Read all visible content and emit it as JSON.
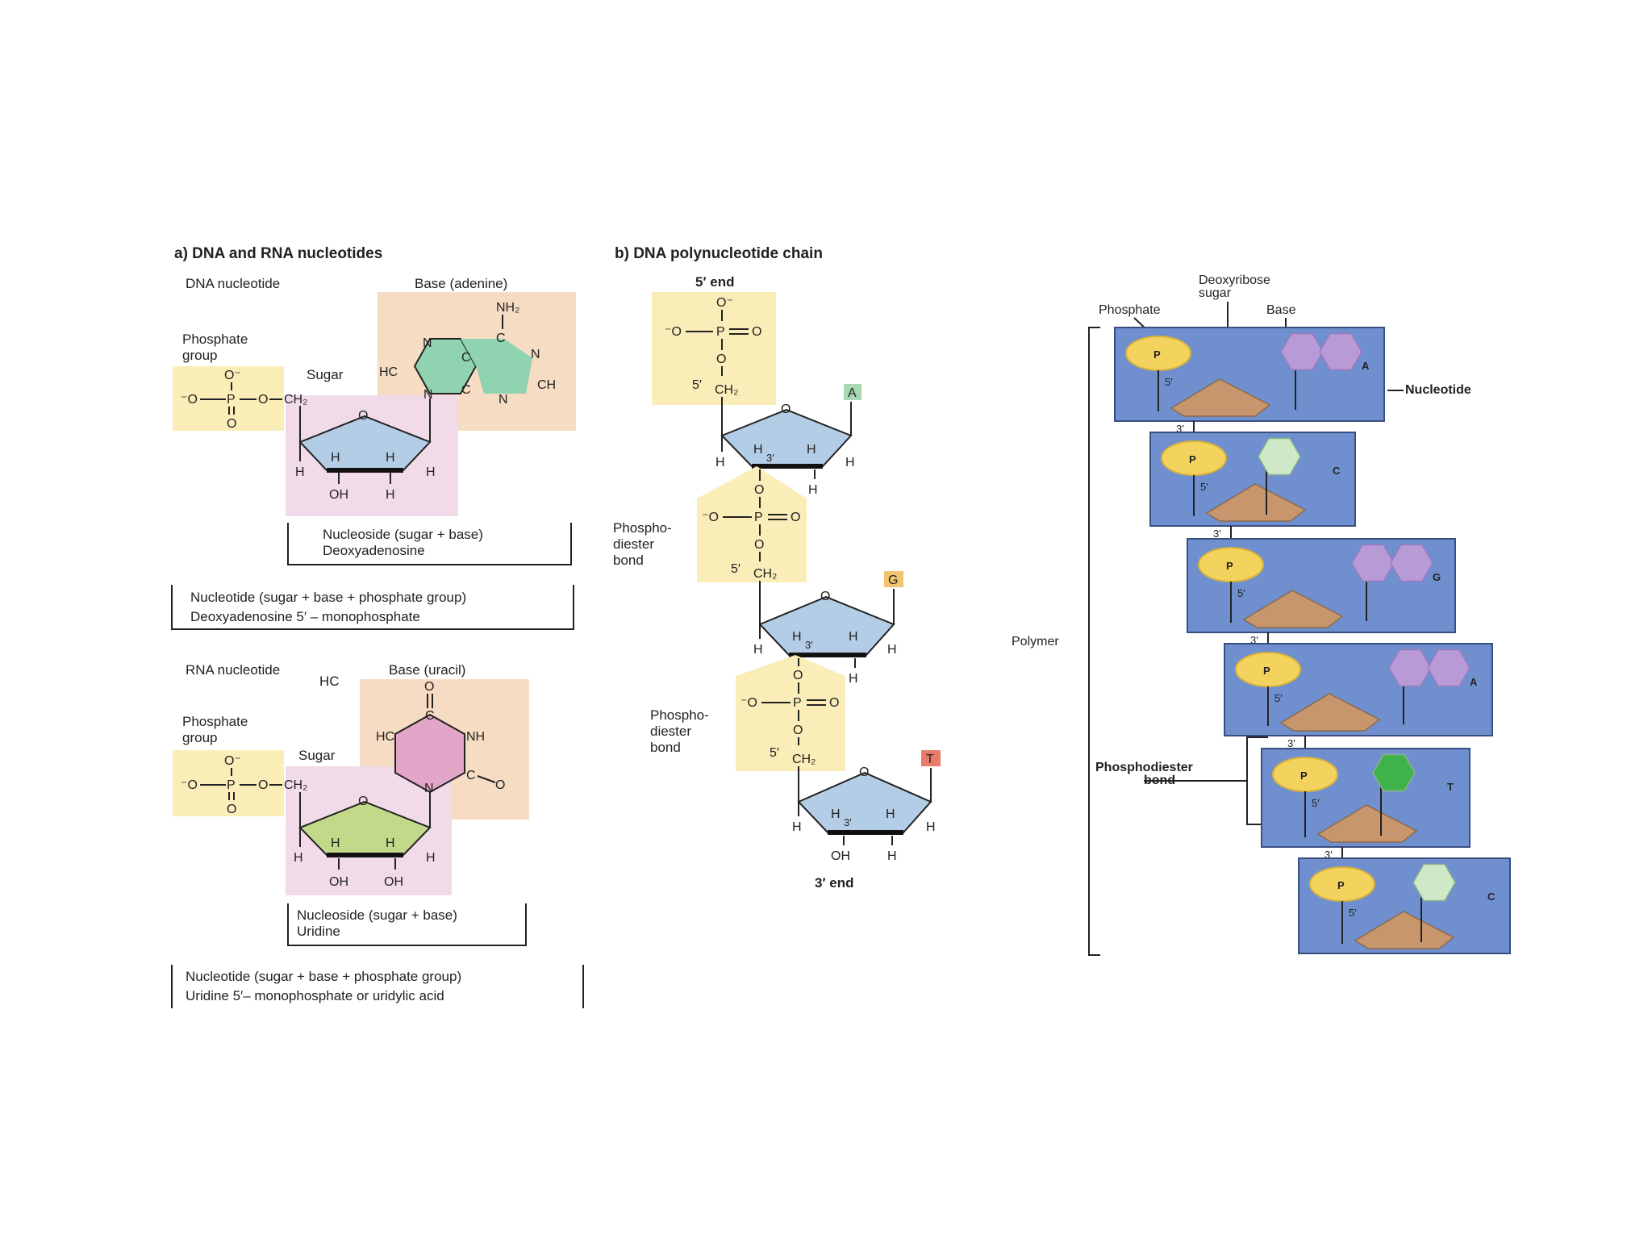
{
  "panel_a": {
    "title": "a)  DNA and RNA nucleotides",
    "dna": {
      "label": "DNA nucleotide",
      "base_label": "Base (adenine)",
      "phosphate_label_1": "Phosphate",
      "phosphate_label_2": "group",
      "sugar_label": "Sugar",
      "nucleoside_line1": "Nucleoside (sugar + base)",
      "nucleoside_line2": "Deoxyadenosine",
      "nucleotide_line1": "Nucleotide (sugar + base + phosphate group)",
      "nucleotide_line2": "Deoxyadenosine 5′ – monophosphate",
      "atoms": {
        "nh2": "NH₂",
        "hc": "HC",
        "n": "N",
        "c": "C",
        "ch": "CH",
        "o": "O",
        "h": "H",
        "oh": "OH",
        "ch2": "CH₂",
        "ominus": "O⁻",
        "minus_o": "⁻O",
        "p": "P"
      }
    },
    "rna": {
      "label": "RNA nucleotide",
      "hc_label": "HC",
      "base_label": "Base (uracil)",
      "phosphate_label_1": "Phosphate",
      "phosphate_label_2": "group",
      "sugar_label": "Sugar",
      "nucleoside_line1": "Nucleoside (sugar + base)",
      "nucleoside_line2": "Uridine",
      "nucleotide_line1": "Nucleotide (sugar + base + phosphate group)",
      "nucleotide_line2": "Uridine 5′– monophosphate or uridylic acid",
      "atoms": {
        "nh": "NH",
        "hc": "HC",
        "n": "N",
        "c": "C",
        "o": "O",
        "h": "H",
        "oh": "OH",
        "ch2": "CH₂",
        "ominus": "O⁻",
        "minus_o": "⁻O",
        "p": "P"
      }
    }
  },
  "panel_b": {
    "title": "b)  DNA polynucleotide chain",
    "five_end": "5′ end",
    "three_end": "3′ end",
    "bond_label_1": "Phospho-",
    "bond_label_2": "diester",
    "bond_label_3": "bond",
    "bases": [
      "A",
      "G",
      "T"
    ],
    "atoms": {
      "o": "O",
      "h": "H",
      "oh": "OH",
      "ch2": "CH₂",
      "five_prime": "5′",
      "three_prime": "3′",
      "ominus": "O⁻",
      "minus_o": "⁻O",
      "p": "P"
    }
  },
  "panel_c": {
    "deoxyribose_1": "Deoxyribose",
    "deoxyribose_2": "sugar",
    "phosphate": "Phosphate",
    "base": "Base",
    "nucleotide": "Nucleotide",
    "polymer": "Polymer",
    "phosphodiester_1": "Phosphodiester",
    "phosphodiester_2": "bond",
    "p_label": "P",
    "five_prime": "5′",
    "three_prime": "3′",
    "bases": [
      "A",
      "C",
      "G",
      "A",
      "T",
      "C"
    ],
    "colors": {
      "purine": "#b89ad6",
      "pale_green": "#cfe8c8",
      "bright_green": "#3fb24a",
      "panel": "#6f8fcf",
      "phosphate": "#f3d25e",
      "sugar": "#c7966c"
    }
  },
  "colors": {
    "phosphate_bg": "#fbedb8",
    "sugar_bg": "#f1dbe8",
    "base_bg": "#f6dcc2",
    "adenine_ring": "#8fd3b0",
    "uracil_ring": "#e2a6c8",
    "base_tag_A": "#a8d8b2",
    "base_tag_G": "#f2c46e",
    "base_tag_T": "#ea7b6a"
  }
}
